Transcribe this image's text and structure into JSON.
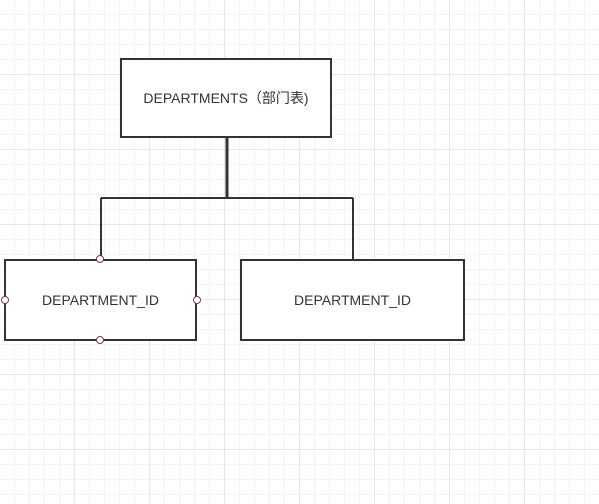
{
  "diagram": {
    "type": "hierarchy",
    "root": {
      "label": "DEPARTMENTS（部门表)"
    },
    "children": [
      {
        "label": "DEPARTMENT_ID",
        "selected": true
      },
      {
        "label": "DEPARTMENT_ID",
        "selected": false
      }
    ]
  },
  "colors": {
    "stroke": "#333333",
    "grid": "#e6e6e6",
    "handle": "#7a3b3b",
    "background": "#ffffff"
  }
}
